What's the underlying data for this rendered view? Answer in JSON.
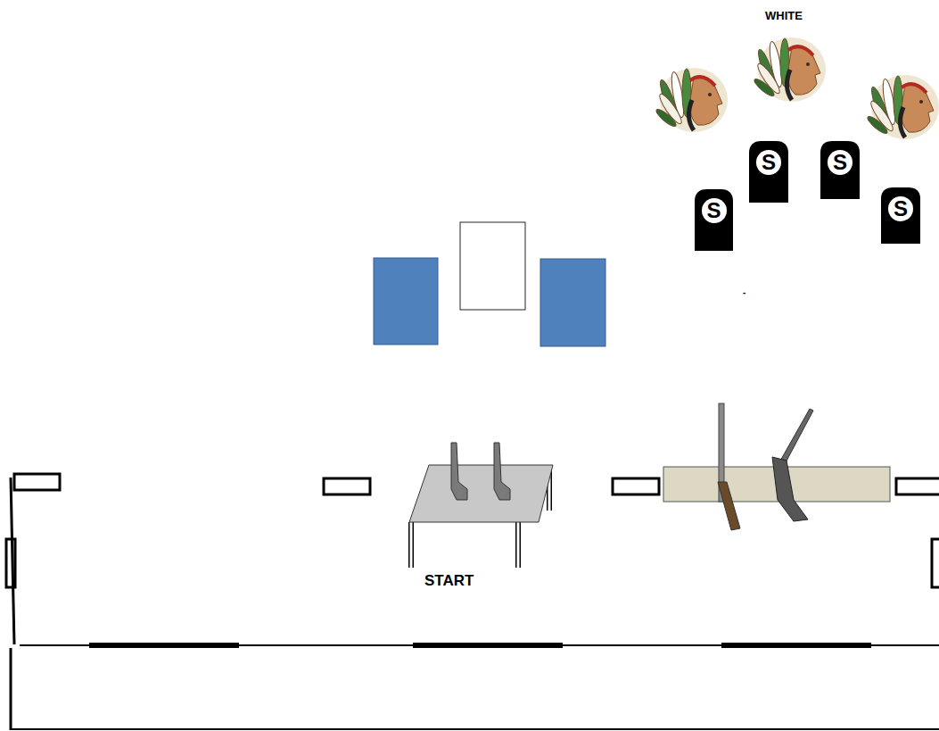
{
  "diagram": {
    "nodes": [
      {
        "text": [
          "S"
        ]
      },
      {
        "text": [
          "S"
        ]
      },
      {
        "text": [
          "S"
        ]
      },
      {
        "text": [
          "S"
        ]
      }
    ],
    "labels": [
      "WHITE",
      "START",
      "-"
    ]
  }
}
